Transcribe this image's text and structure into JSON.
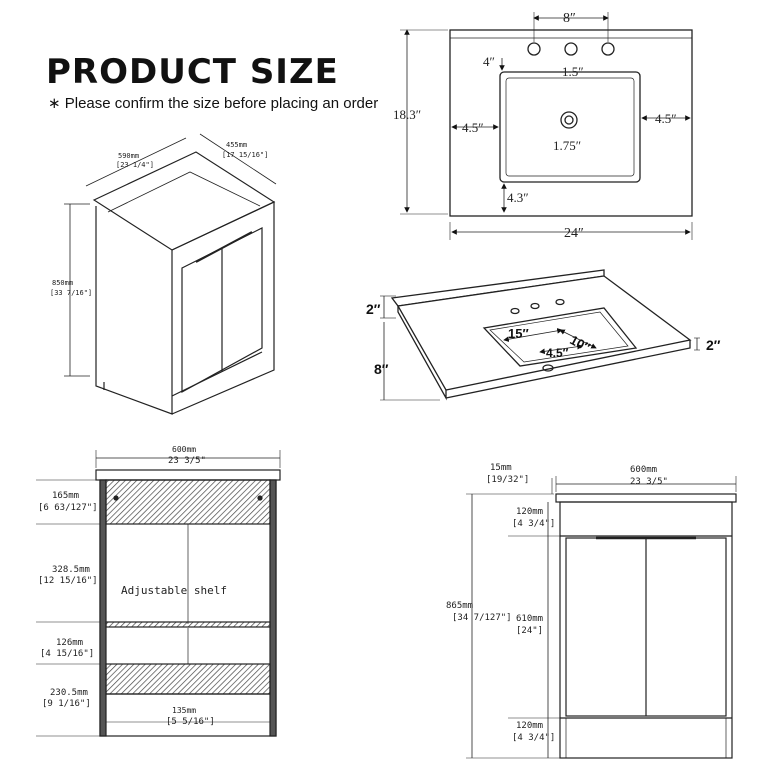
{
  "header": {
    "title": "PRODUCT SIZE",
    "subtitle": "∗ Please confirm the size before placing an order"
  },
  "iso_cabinet": {
    "width_mm": "590mm",
    "width_in": "[23 1/4\"]",
    "depth_mm": "455mm",
    "depth_in": "[17 15/16\"]",
    "height_mm": "850mm",
    "height_in": "[33 7/16\"]"
  },
  "top_view": {
    "faucet_spread": "8″",
    "faucet_hole": "1.5″",
    "back_gap": "4″",
    "depth": "18.3″",
    "left_gap": "4.5″",
    "right_gap": "4.5″",
    "drain": "1.75″",
    "front_gap": "4.3″",
    "width": "24″"
  },
  "perspective_top": {
    "backsplash": "2″",
    "basin_depth": "8″",
    "top_thickness": "2″",
    "basin_length": "15″",
    "basin_width": "10″",
    "basin_offset": "4.5″"
  },
  "front_interior": {
    "width_mm": "600mm",
    "width_in": "23  3/5\"",
    "drawer_mm": "165mm",
    "drawer_in": "[6 63/127\"]",
    "upper_mm": "328.5mm",
    "upper_in": "[12 15/16\"]",
    "shelf_label": "Adjustable shelf",
    "mid_mm": "126mm",
    "mid_in": "[4 15/16\"]",
    "lower_mm": "230.5mm",
    "lower_in": "[9 1/16\"]",
    "toe_mm": "135mm",
    "toe_in": "[5 5/16\"]"
  },
  "front_closed": {
    "top_mm": "15mm",
    "top_in": "[19/32\"]",
    "width_mm": "600mm",
    "width_in": "23  3/5\"",
    "drawer_mm": "120mm",
    "drawer_in": "[4 3/4\"]",
    "height_mm": "865mm",
    "height_in": "[34 7/127\"]",
    "door_mm": "610mm",
    "door_in": "[24\"]",
    "base_mm": "120mm",
    "base_in": "[4 3/4\"]"
  }
}
